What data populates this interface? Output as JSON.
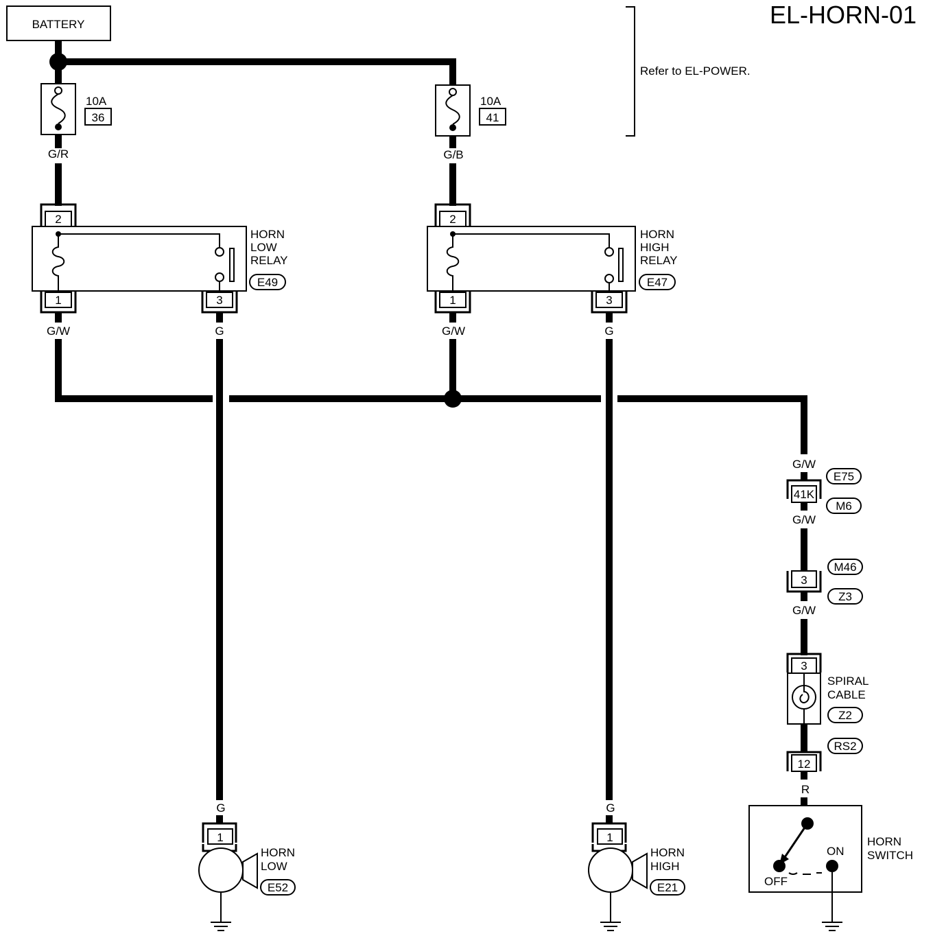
{
  "title": "EL-HORN-01",
  "battery_label": "BATTERY",
  "refer_note": "Refer to EL-POWER.",
  "fuses": [
    {
      "amps": "10A",
      "number": "36",
      "wire_out": "G/R"
    },
    {
      "amps": "10A",
      "number": "41",
      "wire_out": "G/B"
    }
  ],
  "relays": [
    {
      "name": [
        "HORN",
        "LOW",
        "RELAY"
      ],
      "connector": "E49",
      "pin_in": "2",
      "pin_coil": "1",
      "pin_out": "3",
      "wire_coil": "G/W",
      "wire_out": "G"
    },
    {
      "name": [
        "HORN",
        "HIGH",
        "RELAY"
      ],
      "connector": "E47",
      "pin_in": "2",
      "pin_coil": "1",
      "pin_out": "3",
      "wire_coil": "G/W",
      "wire_out": "G"
    }
  ],
  "switch_branch": {
    "wire_1": "G/W",
    "joint_connector": "41K",
    "joint_ids": [
      "E75",
      "M6"
    ],
    "wire_2": "G/W",
    "connector_2_pin": "3",
    "connector_2_ids": [
      "M46",
      "Z3"
    ],
    "wire_3": "G/W",
    "spiral_cable_pin": "3",
    "spiral_cable_label": [
      "SPIRAL",
      "CABLE"
    ],
    "spiral_cable_id": "Z2",
    "connector_4_id": "RS2",
    "connector_4_pin": "12",
    "wire_4": "R"
  },
  "horn_switch": {
    "label": [
      "HORN",
      "SWITCH"
    ],
    "off": "OFF",
    "on": "ON"
  },
  "horns": [
    {
      "wire": "G",
      "pin": "1",
      "name": [
        "HORN",
        "LOW"
      ],
      "connector": "E52"
    },
    {
      "wire": "G",
      "pin": "1",
      "name": [
        "HORN",
        "HIGH"
      ],
      "connector": "E21"
    }
  ]
}
